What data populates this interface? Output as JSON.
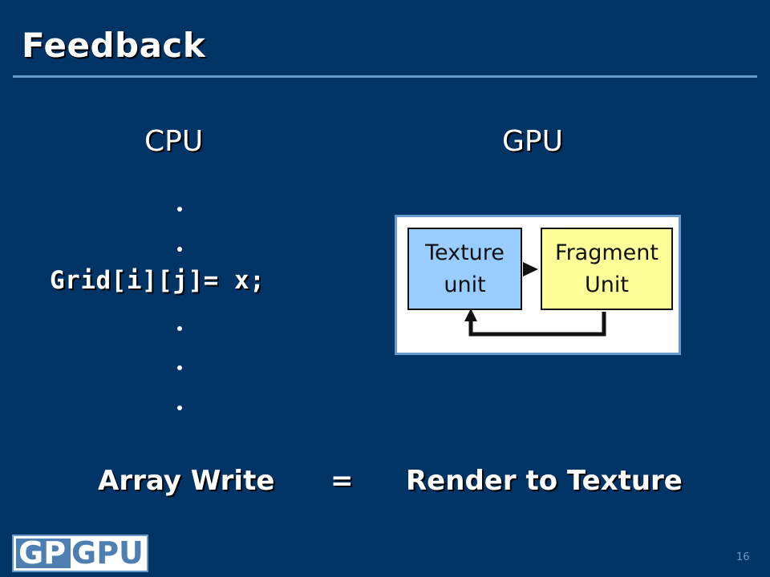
{
  "slide": {
    "title": "Feedback",
    "page_number": "16",
    "colors": {
      "background": "#003366",
      "accent": "#6699cc"
    }
  },
  "columns": {
    "cpu_label": "CPU",
    "gpu_label": "GPU"
  },
  "cpu_code": {
    "line": "Grid[i][j]= x;",
    "dots_before": 2,
    "dots_after": 3
  },
  "diagram": {
    "texture_unit": {
      "line1": "Texture",
      "line2": "unit"
    },
    "fragment_unit": {
      "line1": "Fragment",
      "line2": "Unit"
    }
  },
  "equation": {
    "left": "Array Write",
    "operator": "=",
    "right": "Render to Texture"
  },
  "logo": {
    "part1": "GP",
    "part2": "GPU"
  }
}
